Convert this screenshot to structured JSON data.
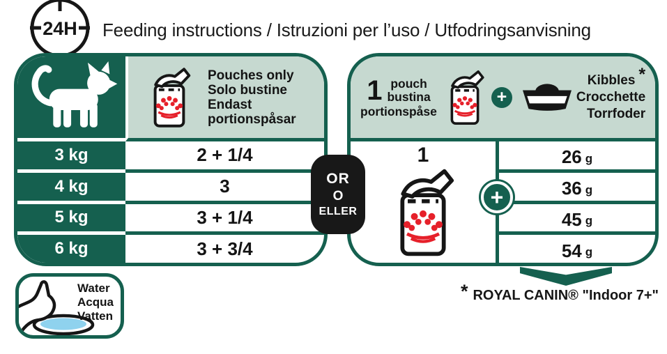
{
  "title": {
    "clock": "24H",
    "text": "Feeding instructions / Istruzioni per l’uso / Utfodringsanvisning"
  },
  "left_table": {
    "header_lines": [
      "Pouches only",
      "Solo bustine",
      "Endast",
      "portionspåsar"
    ],
    "rows": [
      {
        "weight": "3 kg",
        "pouches": "2 + 1/4"
      },
      {
        "weight": "4 kg",
        "pouches": "3"
      },
      {
        "weight": "5 kg",
        "pouches": "3 + 1/4"
      },
      {
        "weight": "6 kg",
        "pouches": "3 + 3/4"
      }
    ]
  },
  "or_badge": {
    "line1": "OR",
    "line2": "O",
    "line3": "ELLER"
  },
  "right_table": {
    "pouch_header": {
      "count": "1",
      "word1": "pouch",
      "word2": "bustina",
      "word3": "portionspåse"
    },
    "kibble_header": {
      "line1": "Kibbles",
      "asterisk": "*",
      "line2": "Crocchette",
      "line3": "Torrfoder"
    },
    "body_pouch_count": "1",
    "kibble_rows": [
      {
        "value": "26",
        "unit": "g"
      },
      {
        "value": "36",
        "unit": "g"
      },
      {
        "value": "45",
        "unit": "g"
      },
      {
        "value": "54",
        "unit": "g"
      }
    ]
  },
  "water_box": {
    "line1": "Water",
    "line2": "Acqua",
    "line3": "Vatten"
  },
  "footnote": {
    "asterisk": "*",
    "text": "ROYAL CANIN® \"Indoor 7+\""
  },
  "icons": {
    "plus": "+",
    "clock": "24h-clock",
    "cat": "cat-silhouette",
    "pouch": "food-pouch-with-crown",
    "bowl": "kibble-bowl",
    "water": "cat-drinking-water",
    "arrow": "down-arrow"
  },
  "colors": {
    "teal": "#15604F",
    "sage": "#C6D9D0",
    "crown_red": "#E6202A",
    "black": "#181818",
    "water_blue": "#8FD2EE"
  }
}
